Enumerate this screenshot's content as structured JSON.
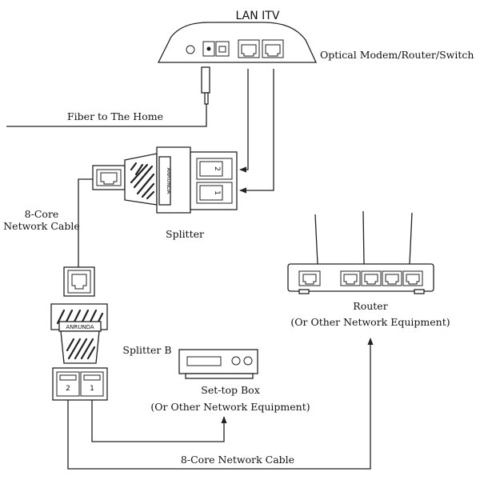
{
  "labels": {
    "modem_ports": "LAN  ITV",
    "modem": "Optical Modem/Router/Switch",
    "fiber": "Fiber to The Home",
    "cable_left_line1": "8-Core",
    "cable_left_line2": "Network Cable",
    "splitter": "Splitter",
    "splitter_b": "Splitter B",
    "router_line1": "Router",
    "router_line2": "(Or Other Network Equipment)",
    "stb_line1": "Set-top Box",
    "stb_line2": "(Or Other Network Equipment)",
    "cable_bottom": "8-Core Network Cable"
  },
  "brand": "ANRUNDA",
  "port_numbers": {
    "one": "1",
    "two": "2"
  },
  "colors": {
    "line": "#222222",
    "background": "#ffffff"
  }
}
